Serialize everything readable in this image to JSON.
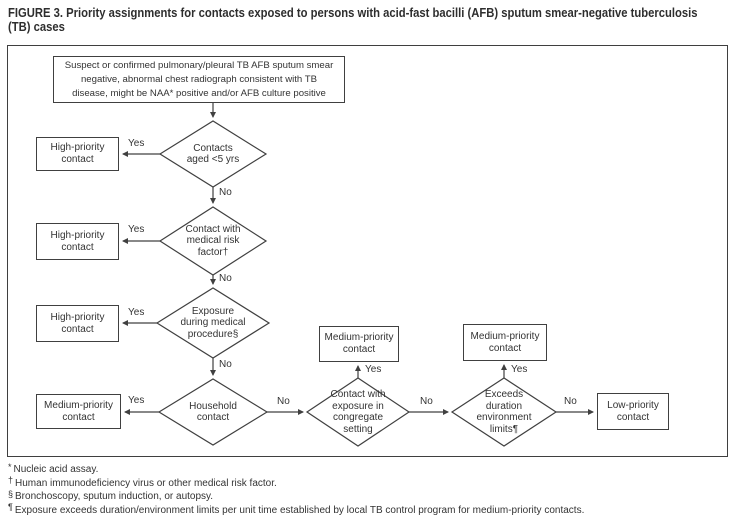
{
  "title": "FIGURE 3. Priority assignments for contacts exposed to persons with acid-fast bacilli (AFB) sputum smear-negative tuberculosis\n(TB) cases",
  "labels": {
    "yes": "Yes",
    "no": "No"
  },
  "colors": {
    "line": "#404040",
    "text": "#333333",
    "background": "#ffffff"
  },
  "flowchart": {
    "start": "Suspect or confirmed pulmonary/pleural TB AFB sputum smear\nnegative, abnormal chest radiograph consistent with TB\ndisease, might be NAA* positive and/or AFB culture positive",
    "decisions": [
      {
        "label": "Contacts\naged <5 yrs"
      },
      {
        "label": "Contact with\nmedical risk\nfactor†"
      },
      {
        "label": "Exposure\nduring medical\nprocedure§"
      },
      {
        "label": "Household\ncontact"
      },
      {
        "label": "Contact with\nexposure in\ncongregate\nsetting"
      },
      {
        "label": "Exceeds\nduration\nenvironment\nlimits¶"
      }
    ],
    "outcomes": [
      {
        "label": "High-priority\ncontact"
      },
      {
        "label": "High-priority\ncontact"
      },
      {
        "label": "High-priority\ncontact"
      },
      {
        "label": "Medium-priority\ncontact"
      },
      {
        "label": "Medium-priority\ncontact"
      },
      {
        "label": "Medium-priority\ncontact"
      },
      {
        "label": "Low-priority\ncontact"
      }
    ]
  },
  "footnotes": [
    {
      "marker": "*",
      "text": "Nucleic acid assay."
    },
    {
      "marker": "†",
      "text": "Human immunodeficiency virus or other medical risk factor."
    },
    {
      "marker": "§",
      "text": "Bronchoscopy, sputum induction, or autopsy."
    },
    {
      "marker": "¶",
      "text": "Exposure exceeds duration/environment limits per unit time established by local TB control program for medium-priority contacts."
    }
  ]
}
